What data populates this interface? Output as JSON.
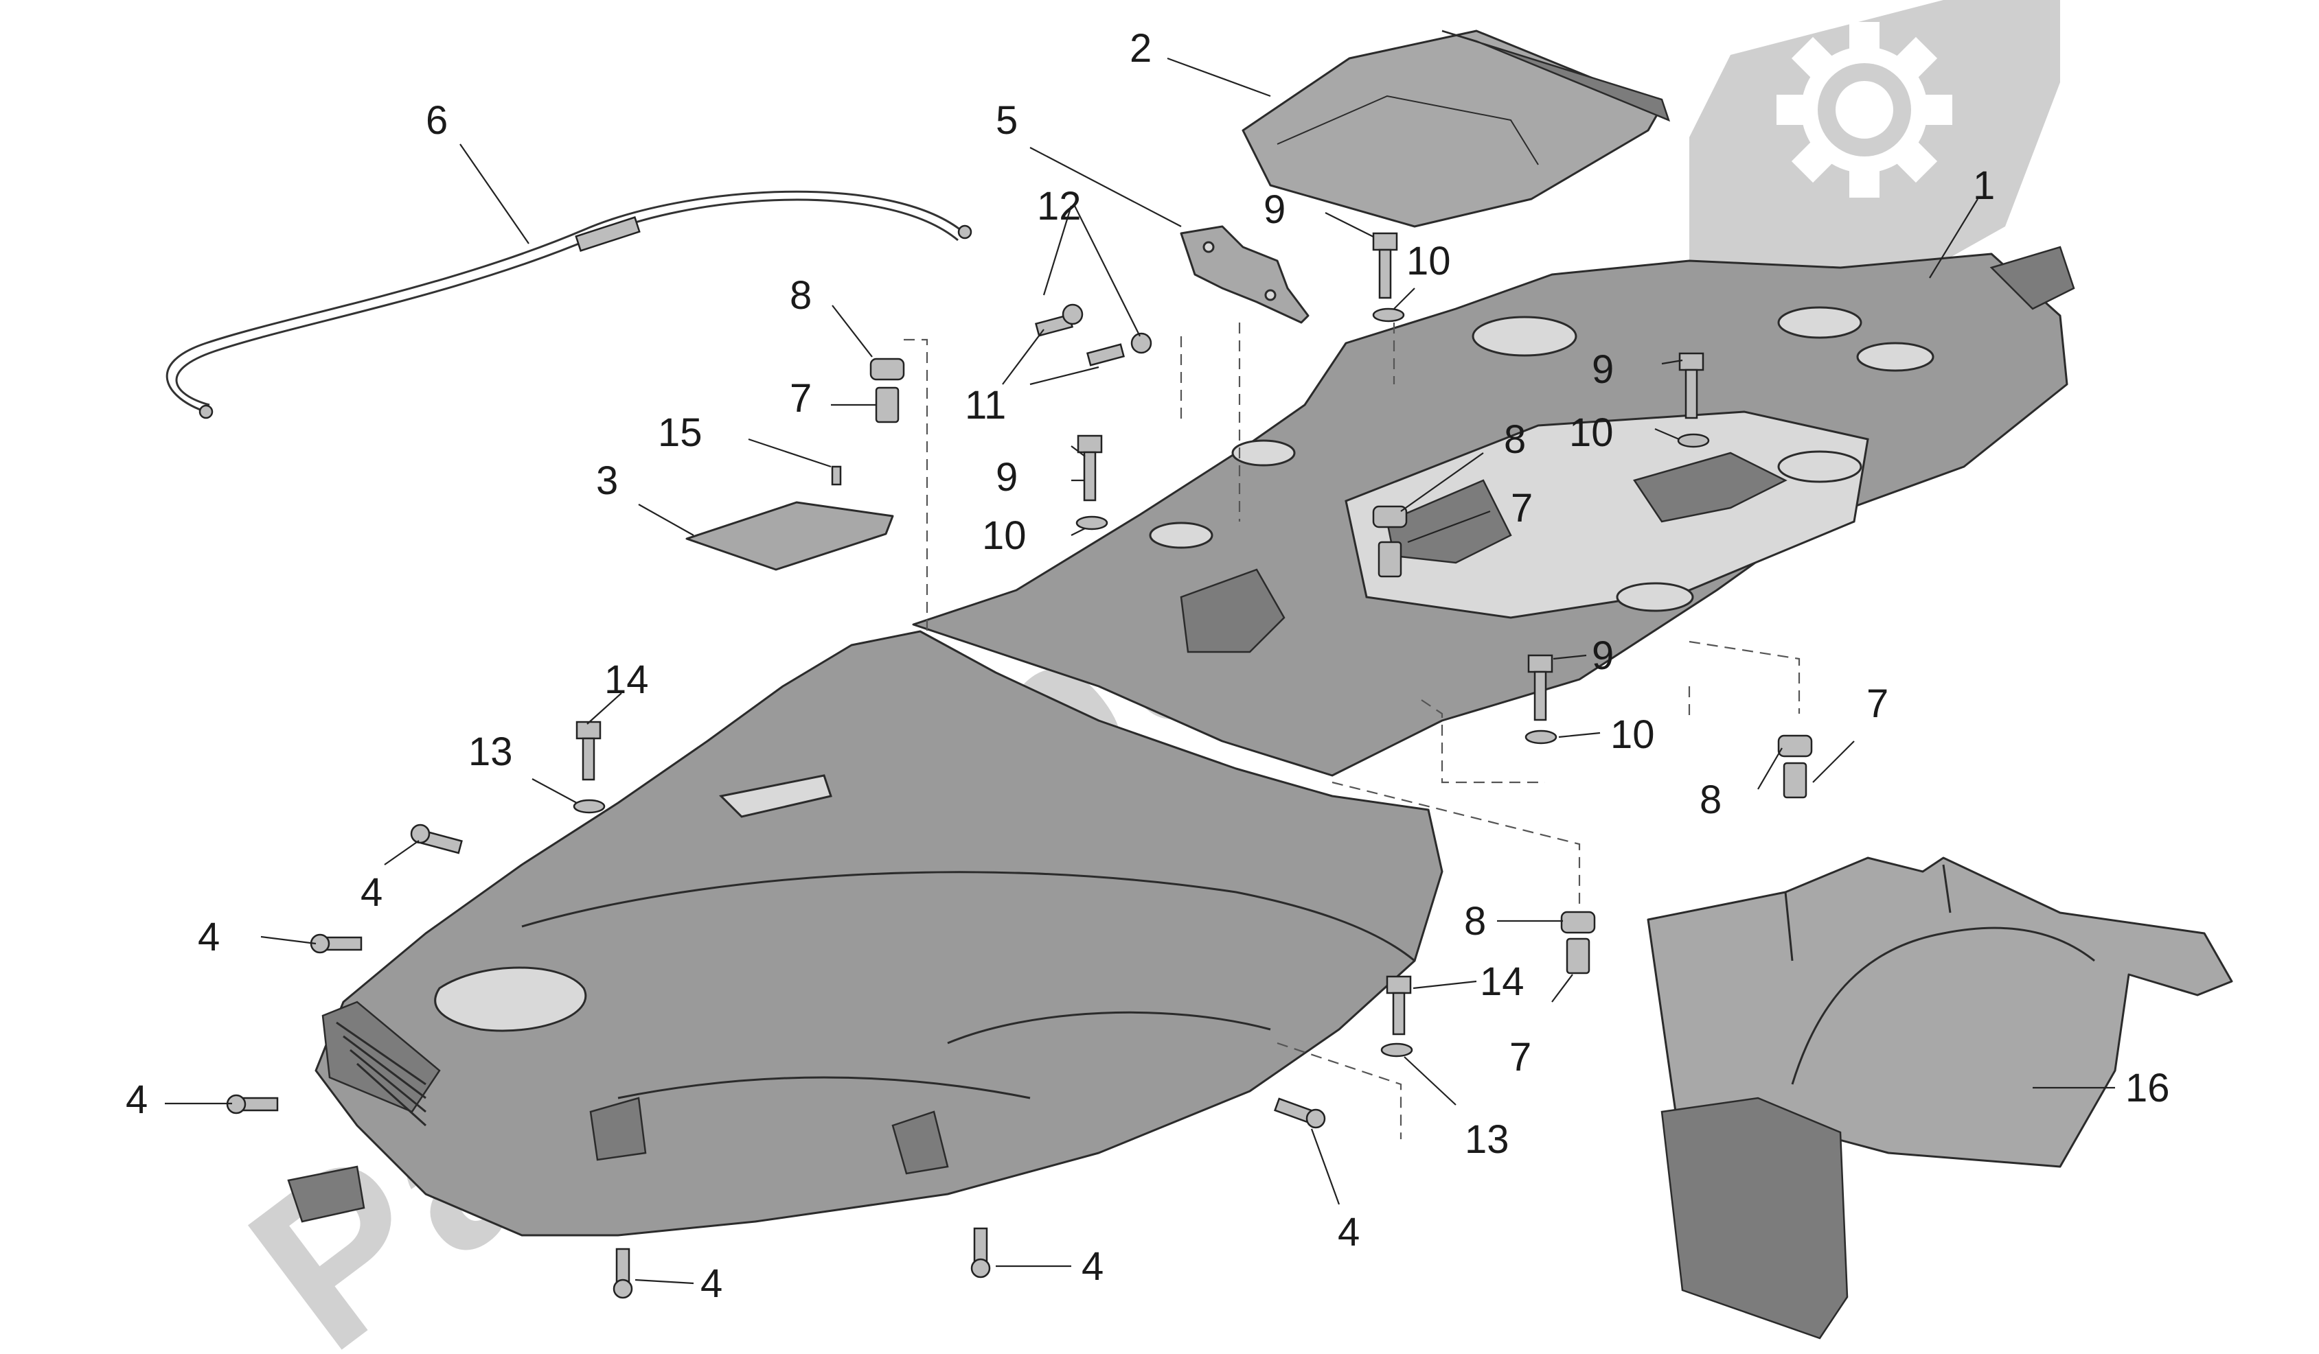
{
  "diagram": {
    "watermark_text": "PartsRepublik",
    "callouts": [
      {
        "id": "c1",
        "text": "1"
      },
      {
        "id": "c2",
        "text": "2"
      },
      {
        "id": "c3",
        "text": "3"
      },
      {
        "id": "c4a",
        "text": "4"
      },
      {
        "id": "c4b",
        "text": "4"
      },
      {
        "id": "c4c",
        "text": "4"
      },
      {
        "id": "c4d",
        "text": "4"
      },
      {
        "id": "c4e",
        "text": "4"
      },
      {
        "id": "c4f",
        "text": "4"
      },
      {
        "id": "c5",
        "text": "5"
      },
      {
        "id": "c6",
        "text": "6"
      },
      {
        "id": "c7a",
        "text": "7"
      },
      {
        "id": "c7b",
        "text": "7"
      },
      {
        "id": "c7c",
        "text": "7"
      },
      {
        "id": "c7d",
        "text": "7"
      },
      {
        "id": "c8a",
        "text": "8"
      },
      {
        "id": "c8b",
        "text": "8"
      },
      {
        "id": "c8c",
        "text": "8"
      },
      {
        "id": "c8d",
        "text": "8"
      },
      {
        "id": "c9a",
        "text": "9"
      },
      {
        "id": "c9b",
        "text": "9"
      },
      {
        "id": "c9c",
        "text": "9"
      },
      {
        "id": "c9d",
        "text": "9"
      },
      {
        "id": "c10a",
        "text": "10"
      },
      {
        "id": "c10b",
        "text": "10"
      },
      {
        "id": "c10c",
        "text": "10"
      },
      {
        "id": "c10d",
        "text": "10"
      },
      {
        "id": "c11",
        "text": "11"
      },
      {
        "id": "c12",
        "text": "12"
      },
      {
        "id": "c13a",
        "text": "13"
      },
      {
        "id": "c13b",
        "text": "13"
      },
      {
        "id": "c14a",
        "text": "14"
      },
      {
        "id": "c14b",
        "text": "14"
      },
      {
        "id": "c15",
        "text": "15"
      },
      {
        "id": "c16",
        "text": "16"
      }
    ]
  }
}
